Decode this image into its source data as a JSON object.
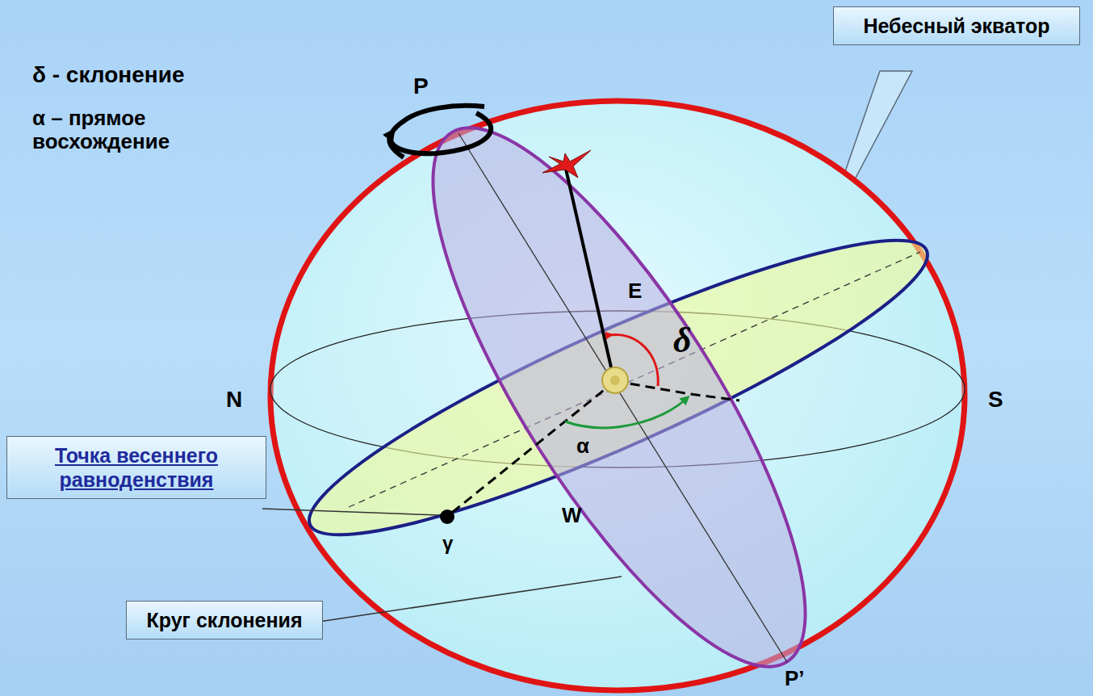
{
  "diagram": {
    "nodes": [
      {
        "text": [
          "Небесный экватор"
        ]
      },
      {
        "text": [
          "Точка весеннего равноденствия"
        ]
      },
      {
        "text": [
          "Круг склонения"
        ]
      }
    ],
    "labels": [
      "δ - склонение",
      "α – прямое восхождение",
      "P",
      "E",
      "δ",
      "N",
      "S",
      "α",
      "W",
      "γ",
      "P’"
    ]
  }
}
